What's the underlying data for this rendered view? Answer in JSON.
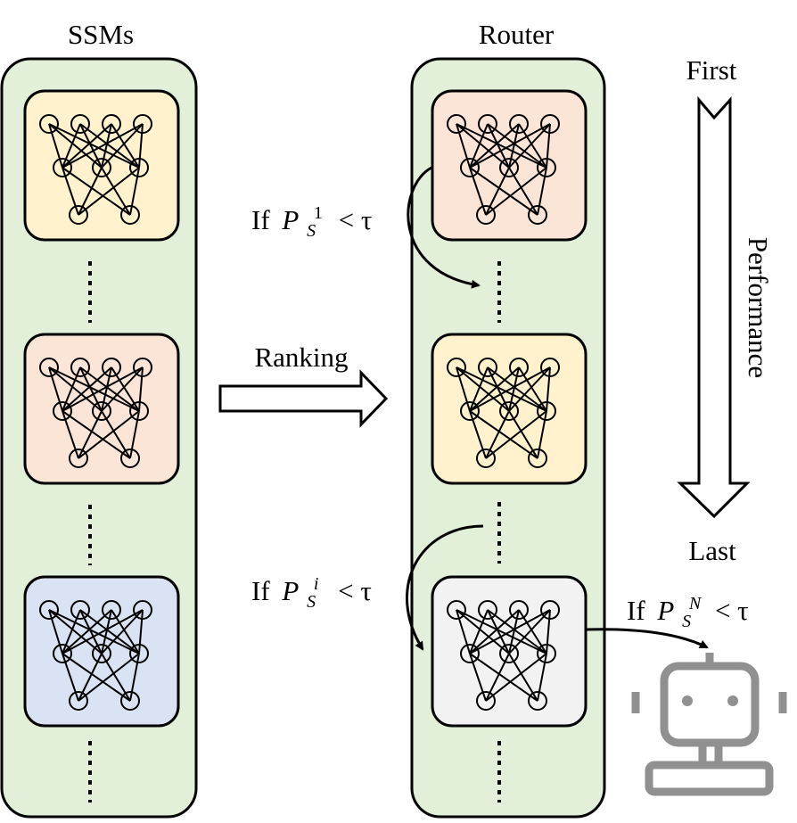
{
  "left_column": {
    "title": "SSMs"
  },
  "right_column": {
    "title": "Router"
  },
  "center_arrow": {
    "label": "Ranking"
  },
  "performance_axis": {
    "top_label": "First",
    "bottom_label": "Last",
    "axis_label": "Performance"
  },
  "conditions": [
    {
      "prefix": "If",
      "var": "P",
      "sub": "S",
      "sup": "1",
      "rel": "< τ"
    },
    {
      "prefix": "If",
      "var": "P",
      "sub": "S",
      "sup": "i",
      "rel": "< τ"
    },
    {
      "prefix": "If",
      "var": "P",
      "sub": "S",
      "sup": "N",
      "rel": "< τ"
    }
  ],
  "colors": {
    "column_fill": "#e2efd9",
    "model_yellow": "#fff2cc",
    "model_red": "#fbe5d6",
    "model_blue": "#dae3f3",
    "model_gray": "#f2f2f2",
    "robot": "#909090"
  },
  "icons": {
    "fallback_model": "robot-icon",
    "network": "neural-network-icon"
  }
}
